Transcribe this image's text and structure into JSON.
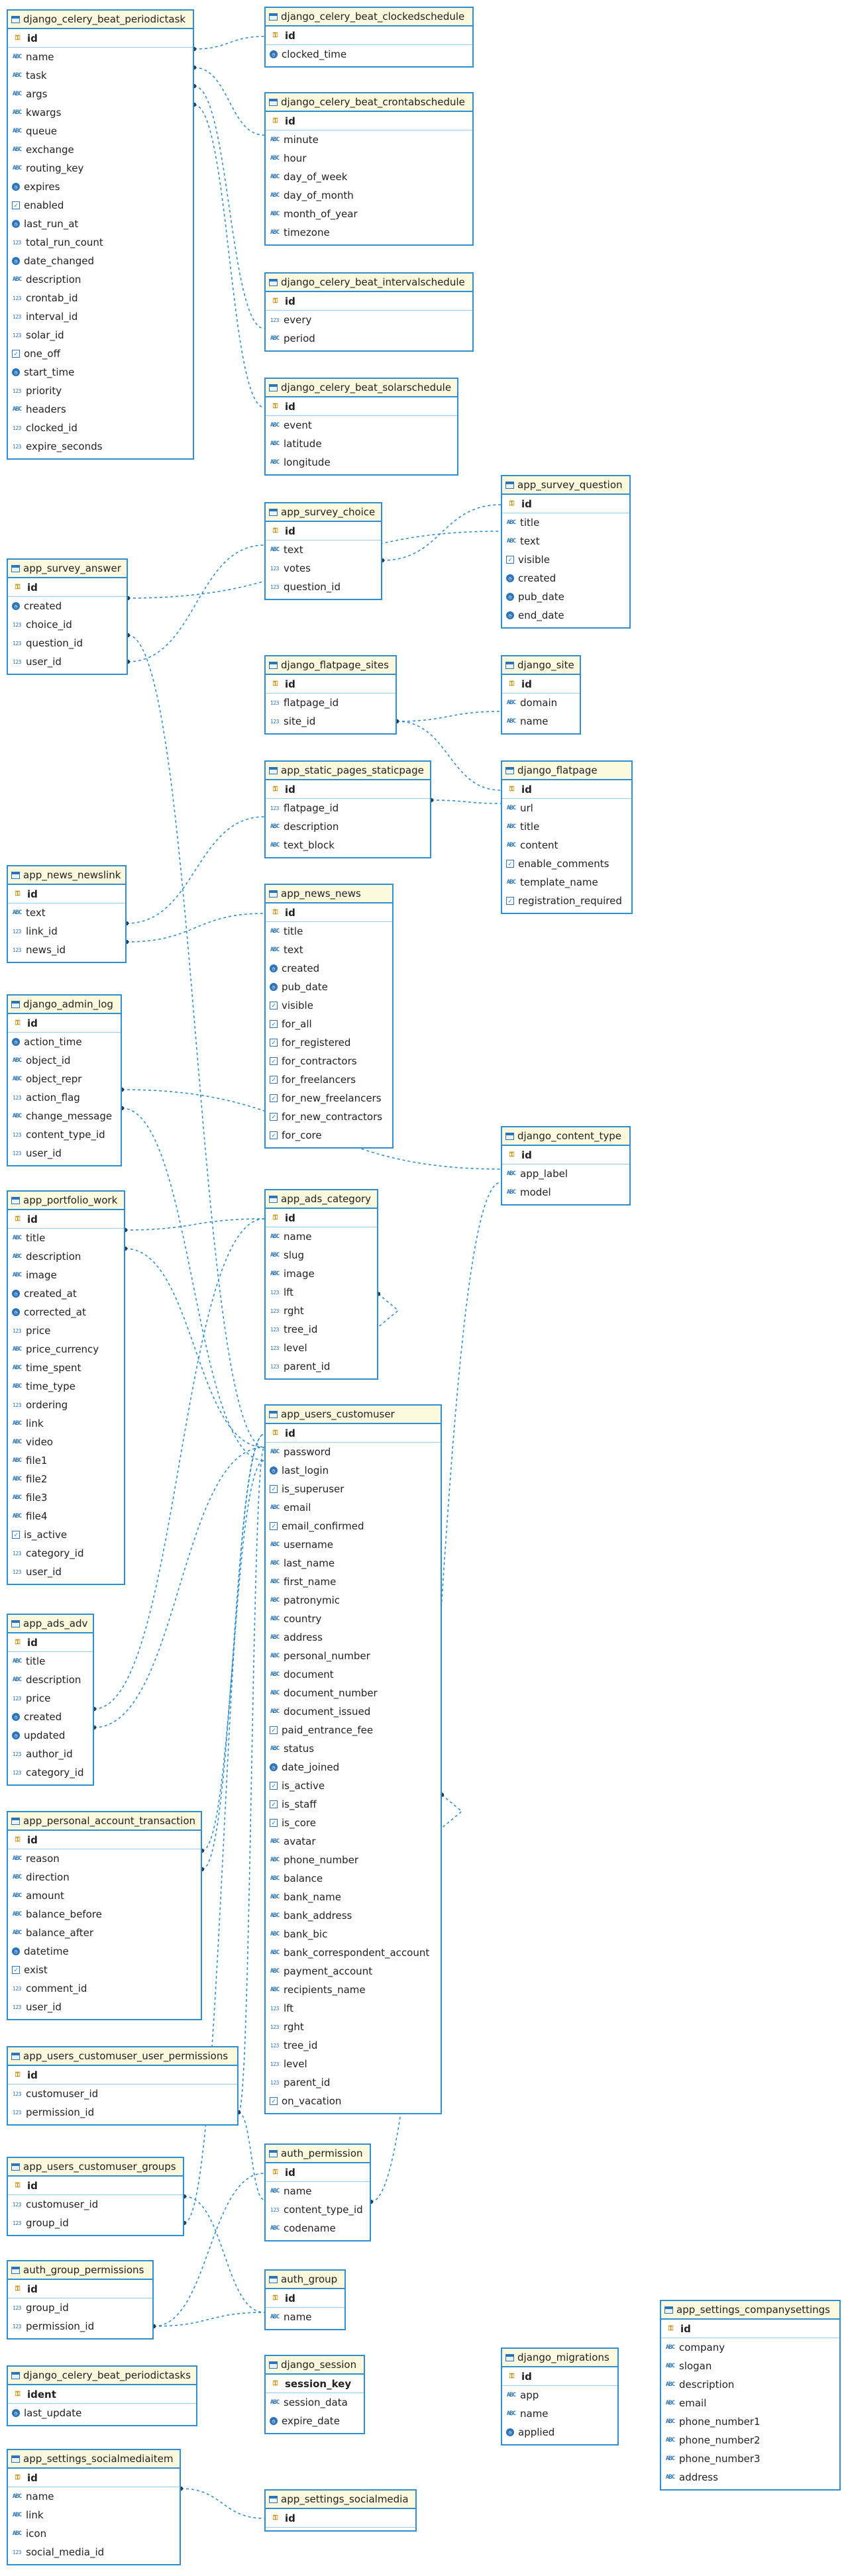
{
  "tables": [
    {
      "id": "periodictask",
      "name": "django_celery_beat_periodictask",
      "pk": "id",
      "cols": [
        [
          "name",
          "text"
        ],
        [
          "task",
          "text"
        ],
        [
          "args",
          "text"
        ],
        [
          "kwargs",
          "text"
        ],
        [
          "queue",
          "text"
        ],
        [
          "exchange",
          "text"
        ],
        [
          "routing_key",
          "text"
        ],
        [
          "expires",
          "time"
        ],
        [
          "enabled",
          "bool"
        ],
        [
          "last_run_at",
          "time"
        ],
        [
          "total_run_count",
          "num"
        ],
        [
          "date_changed",
          "time"
        ],
        [
          "description",
          "text"
        ],
        [
          "crontab_id",
          "num"
        ],
        [
          "interval_id",
          "num"
        ],
        [
          "solar_id",
          "num"
        ],
        [
          "one_off",
          "bool"
        ],
        [
          "start_time",
          "time"
        ],
        [
          "priority",
          "num"
        ],
        [
          "headers",
          "text"
        ],
        [
          "clocked_id",
          "num"
        ],
        [
          "expire_seconds",
          "num"
        ]
      ]
    },
    {
      "id": "clockedschedule",
      "name": "django_celery_beat_clockedschedule",
      "pk": "id",
      "cols": [
        [
          "clocked_time",
          "time"
        ]
      ]
    },
    {
      "id": "crontabschedule",
      "name": "django_celery_beat_crontabschedule",
      "pk": "id",
      "cols": [
        [
          "minute",
          "text"
        ],
        [
          "hour",
          "text"
        ],
        [
          "day_of_week",
          "text"
        ],
        [
          "day_of_month",
          "text"
        ],
        [
          "month_of_year",
          "text"
        ],
        [
          "timezone",
          "text"
        ]
      ]
    },
    {
      "id": "intervalschedule",
      "name": "django_celery_beat_intervalschedule",
      "pk": "id",
      "cols": [
        [
          "every",
          "num"
        ],
        [
          "period",
          "text"
        ]
      ]
    },
    {
      "id": "solarschedule",
      "name": "django_celery_beat_solarschedule",
      "pk": "id",
      "cols": [
        [
          "event",
          "text"
        ],
        [
          "latitude",
          "text"
        ],
        [
          "longitude",
          "text"
        ]
      ]
    },
    {
      "id": "survey_question",
      "name": "app_survey_question",
      "pk": "id",
      "cols": [
        [
          "title",
          "text"
        ],
        [
          "text",
          "text"
        ],
        [
          "visible",
          "bool"
        ],
        [
          "created",
          "time"
        ],
        [
          "pub_date",
          "time"
        ],
        [
          "end_date",
          "time"
        ]
      ]
    },
    {
      "id": "survey_choice",
      "name": "app_survey_choice",
      "pk": "id",
      "cols": [
        [
          "text",
          "text"
        ],
        [
          "votes",
          "num"
        ],
        [
          "question_id",
          "num"
        ]
      ]
    },
    {
      "id": "survey_answer",
      "name": "app_survey_answer",
      "pk": "id",
      "cols": [
        [
          "created",
          "time"
        ],
        [
          "choice_id",
          "num"
        ],
        [
          "question_id",
          "num"
        ],
        [
          "user_id",
          "num"
        ]
      ]
    },
    {
      "id": "flatpage_sites",
      "name": "django_flatpage_sites",
      "pk": "id",
      "cols": [
        [
          "flatpage_id",
          "num"
        ],
        [
          "site_id",
          "num"
        ]
      ]
    },
    {
      "id": "django_site",
      "name": "django_site",
      "pk": "id",
      "cols": [
        [
          "domain",
          "text"
        ],
        [
          "name",
          "text"
        ]
      ]
    },
    {
      "id": "staticpage",
      "name": "app_static_pages_staticpage",
      "pk": "id",
      "cols": [
        [
          "flatpage_id",
          "num"
        ],
        [
          "description",
          "text"
        ],
        [
          "text_block",
          "text"
        ]
      ]
    },
    {
      "id": "flatpage",
      "name": "django_flatpage",
      "pk": "id",
      "cols": [
        [
          "url",
          "text"
        ],
        [
          "title",
          "text"
        ],
        [
          "content",
          "text"
        ],
        [
          "enable_comments",
          "bool"
        ],
        [
          "template_name",
          "text"
        ],
        [
          "registration_required",
          "bool"
        ]
      ]
    },
    {
      "id": "news_newslink",
      "name": "app_news_newslink",
      "pk": "id",
      "cols": [
        [
          "text",
          "text"
        ],
        [
          "link_id",
          "num"
        ],
        [
          "news_id",
          "num"
        ]
      ]
    },
    {
      "id": "news_news",
      "name": "app_news_news",
      "pk": "id",
      "cols": [
        [
          "title",
          "text"
        ],
        [
          "text",
          "text"
        ],
        [
          "created",
          "time"
        ],
        [
          "pub_date",
          "time"
        ],
        [
          "visible",
          "bool"
        ],
        [
          "for_all",
          "bool"
        ],
        [
          "for_registered",
          "bool"
        ],
        [
          "for_contractors",
          "bool"
        ],
        [
          "for_freelancers",
          "bool"
        ],
        [
          "for_new_freelancers",
          "bool"
        ],
        [
          "for_new_contractors",
          "bool"
        ],
        [
          "for_core",
          "bool"
        ]
      ]
    },
    {
      "id": "admin_log",
      "name": "django_admin_log",
      "pk": "id",
      "cols": [
        [
          "action_time",
          "time"
        ],
        [
          "object_id",
          "text"
        ],
        [
          "object_repr",
          "text"
        ],
        [
          "action_flag",
          "num"
        ],
        [
          "change_message",
          "text"
        ],
        [
          "content_type_id",
          "num"
        ],
        [
          "user_id",
          "num"
        ]
      ]
    },
    {
      "id": "content_type",
      "name": "django_content_type",
      "pk": "id",
      "cols": [
        [
          "app_label",
          "text"
        ],
        [
          "model",
          "text"
        ]
      ]
    },
    {
      "id": "portfolio_work",
      "name": "app_portfolio_work",
      "pk": "id",
      "cols": [
        [
          "title",
          "text"
        ],
        [
          "description",
          "text"
        ],
        [
          "image",
          "text"
        ],
        [
          "created_at",
          "time"
        ],
        [
          "corrected_at",
          "time"
        ],
        [
          "price",
          "num"
        ],
        [
          "price_currency",
          "text"
        ],
        [
          "time_spent",
          "text"
        ],
        [
          "time_type",
          "text"
        ],
        [
          "ordering",
          "num"
        ],
        [
          "link",
          "text"
        ],
        [
          "video",
          "text"
        ],
        [
          "file1",
          "text"
        ],
        [
          "file2",
          "text"
        ],
        [
          "file3",
          "text"
        ],
        [
          "file4",
          "text"
        ],
        [
          "is_active",
          "bool"
        ],
        [
          "category_id",
          "num"
        ],
        [
          "user_id",
          "num"
        ]
      ]
    },
    {
      "id": "ads_category",
      "name": "app_ads_category",
      "pk": "id",
      "cols": [
        [
          "name",
          "text"
        ],
        [
          "slug",
          "text"
        ],
        [
          "image",
          "text"
        ],
        [
          "lft",
          "num"
        ],
        [
          "rght",
          "num"
        ],
        [
          "tree_id",
          "num"
        ],
        [
          "level",
          "num"
        ],
        [
          "parent_id",
          "num"
        ]
      ]
    },
    {
      "id": "customuser",
      "name": "app_users_customuser",
      "pk": "id",
      "cols": [
        [
          "password",
          "text"
        ],
        [
          "last_login",
          "time"
        ],
        [
          "is_superuser",
          "bool"
        ],
        [
          "email",
          "text"
        ],
        [
          "email_confirmed",
          "bool"
        ],
        [
          "username",
          "text"
        ],
        [
          "last_name",
          "text"
        ],
        [
          "first_name",
          "text"
        ],
        [
          "patronymic",
          "text"
        ],
        [
          "country",
          "text"
        ],
        [
          "address",
          "text"
        ],
        [
          "personal_number",
          "text"
        ],
        [
          "document",
          "text"
        ],
        [
          "document_number",
          "text"
        ],
        [
          "document_issued",
          "text"
        ],
        [
          "paid_entrance_fee",
          "bool"
        ],
        [
          "status",
          "text"
        ],
        [
          "date_joined",
          "time"
        ],
        [
          "is_active",
          "bool"
        ],
        [
          "is_staff",
          "bool"
        ],
        [
          "is_core",
          "bool"
        ],
        [
          "avatar",
          "text"
        ],
        [
          "phone_number",
          "text"
        ],
        [
          "balance",
          "text"
        ],
        [
          "bank_name",
          "text"
        ],
        [
          "bank_address",
          "text"
        ],
        [
          "bank_bic",
          "text"
        ],
        [
          "bank_correspondent_account",
          "text"
        ],
        [
          "payment_account",
          "text"
        ],
        [
          "recipients_name",
          "text"
        ],
        [
          "lft",
          "num"
        ],
        [
          "rght",
          "num"
        ],
        [
          "tree_id",
          "num"
        ],
        [
          "level",
          "num"
        ],
        [
          "parent_id",
          "num"
        ],
        [
          "on_vacation",
          "bool"
        ]
      ]
    },
    {
      "id": "ads_adv",
      "name": "app_ads_adv",
      "pk": "id",
      "cols": [
        [
          "title",
          "text"
        ],
        [
          "description",
          "text"
        ],
        [
          "price",
          "num"
        ],
        [
          "created",
          "time"
        ],
        [
          "updated",
          "time"
        ],
        [
          "author_id",
          "num"
        ],
        [
          "category_id",
          "num"
        ]
      ]
    },
    {
      "id": "account_transaction",
      "name": "app_personal_account_transaction",
      "pk": "id",
      "cols": [
        [
          "reason",
          "text"
        ],
        [
          "direction",
          "text"
        ],
        [
          "amount",
          "text"
        ],
        [
          "balance_before",
          "text"
        ],
        [
          "balance_after",
          "text"
        ],
        [
          "datetime",
          "time"
        ],
        [
          "exist",
          "bool"
        ],
        [
          "comment_id",
          "num"
        ],
        [
          "user_id",
          "num"
        ]
      ]
    },
    {
      "id": "user_permissions",
      "name": "app_users_customuser_user_permissions",
      "pk": "id",
      "cols": [
        [
          "customuser_id",
          "num"
        ],
        [
          "permission_id",
          "num"
        ]
      ]
    },
    {
      "id": "user_groups",
      "name": "app_users_customuser_groups",
      "pk": "id",
      "cols": [
        [
          "customuser_id",
          "num"
        ],
        [
          "group_id",
          "num"
        ]
      ]
    },
    {
      "id": "auth_permission",
      "name": "auth_permission",
      "pk": "id",
      "cols": [
        [
          "name",
          "text"
        ],
        [
          "content_type_id",
          "num"
        ],
        [
          "codename",
          "text"
        ]
      ]
    },
    {
      "id": "group_permissions",
      "name": "auth_group_permissions",
      "pk": "id",
      "cols": [
        [
          "group_id",
          "num"
        ],
        [
          "permission_id",
          "num"
        ]
      ]
    },
    {
      "id": "auth_group",
      "name": "auth_group",
      "pk": "id",
      "cols": [
        [
          "name",
          "text"
        ]
      ]
    },
    {
      "id": "companysettings",
      "name": "app_settings_companysettings",
      "pk": "id",
      "cols": [
        [
          "company",
          "text"
        ],
        [
          "slogan",
          "text"
        ],
        [
          "description",
          "text"
        ],
        [
          "email",
          "text"
        ],
        [
          "phone_number1",
          "text"
        ],
        [
          "phone_number2",
          "text"
        ],
        [
          "phone_number3",
          "text"
        ],
        [
          "address",
          "text"
        ]
      ]
    },
    {
      "id": "periodictasks",
      "name": "django_celery_beat_periodictasks",
      "pk": "ident",
      "cols": [
        [
          "last_update",
          "time"
        ]
      ]
    },
    {
      "id": "django_session",
      "name": "django_session",
      "pk": "session_key",
      "cols": [
        [
          "session_data",
          "text"
        ],
        [
          "expire_date",
          "time"
        ]
      ]
    },
    {
      "id": "django_migrations",
      "name": "django_migrations",
      "pk": "id",
      "cols": [
        [
          "app",
          "text"
        ],
        [
          "name",
          "text"
        ],
        [
          "applied",
          "time"
        ]
      ]
    },
    {
      "id": "socialmediaitem",
      "name": "app_settings_socialmediaitem",
      "pk": "id",
      "cols": [
        [
          "name",
          "text"
        ],
        [
          "link",
          "text"
        ],
        [
          "icon",
          "text"
        ],
        [
          "social_media_id",
          "num"
        ]
      ]
    },
    {
      "id": "socialmedia",
      "name": "app_settings_socialmedia",
      "pk": "id",
      "cols": []
    }
  ],
  "relations": [
    [
      "periodictask",
      "clockedschedule"
    ],
    [
      "periodictask",
      "crontabschedule"
    ],
    [
      "periodictask",
      "intervalschedule"
    ],
    [
      "periodictask",
      "solarschedule"
    ],
    [
      "survey_answer",
      "survey_choice"
    ],
    [
      "survey_answer",
      "survey_question"
    ],
    [
      "survey_choice",
      "survey_question"
    ],
    [
      "survey_answer",
      "customuser"
    ],
    [
      "flatpage_sites",
      "django_site"
    ],
    [
      "flatpage_sites",
      "flatpage"
    ],
    [
      "staticpage",
      "flatpage"
    ],
    [
      "news_newslink",
      "staticpage"
    ],
    [
      "news_newslink",
      "news_news"
    ],
    [
      "admin_log",
      "content_type"
    ],
    [
      "admin_log",
      "customuser"
    ],
    [
      "portfolio_work",
      "ads_category"
    ],
    [
      "portfolio_work",
      "customuser"
    ],
    [
      "ads_category",
      "ads_category"
    ],
    [
      "ads_adv",
      "ads_category"
    ],
    [
      "ads_adv",
      "customuser"
    ],
    [
      "account_transaction",
      "customuser"
    ],
    [
      "account_transaction",
      "customuser"
    ],
    [
      "user_permissions",
      "customuser"
    ],
    [
      "user_permissions",
      "auth_permission"
    ],
    [
      "user_groups",
      "customuser"
    ],
    [
      "user_groups",
      "auth_group"
    ],
    [
      "auth_permission",
      "content_type"
    ],
    [
      "group_permissions",
      "auth_permission"
    ],
    [
      "group_permissions",
      "auth_group"
    ],
    [
      "customuser",
      "customuser"
    ],
    [
      "socialmediaitem",
      "socialmedia"
    ]
  ]
}
